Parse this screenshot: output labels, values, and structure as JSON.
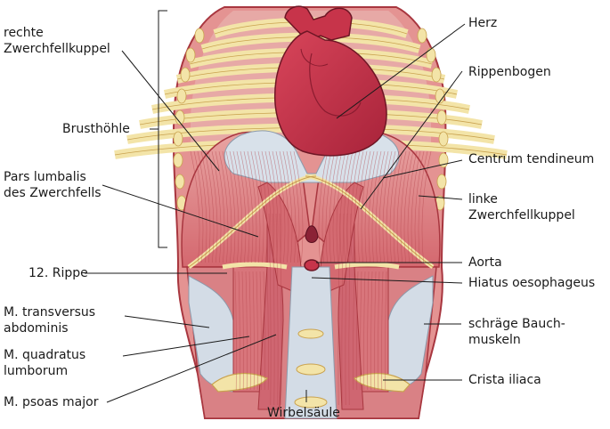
{
  "colors": {
    "muscle": "#d9747a",
    "muscle_light": "#e89a9b",
    "muscle_line": "#a8363f",
    "rib": "#f3e4a8",
    "rib_outline": "#c9a24f",
    "tendon": "#d8e1ea",
    "tendon_line": "#8c9aab",
    "heart": "#c7344a",
    "heart_dark": "#9c2035",
    "leader": "#1a1a1a"
  },
  "labels": {
    "rechte_zwerchfellkuppel": [
      "rechte",
      "Zwerchfellkuppel"
    ],
    "brusthoehle": [
      "Brusthöhle"
    ],
    "pars_lumbalis": [
      "Pars lumbalis",
      "des Zwerchfells"
    ],
    "rippe12": [
      "12. Rippe"
    ],
    "transversus": [
      "M. transversus",
      "abdominis"
    ],
    "quadratus": [
      "M. quadratus",
      "lumborum"
    ],
    "psoas": [
      "M. psoas major"
    ],
    "wirbelsaeule": [
      "Wirbelsäule"
    ],
    "herz": [
      "Herz"
    ],
    "rippenbogen": [
      "Rippenbogen"
    ],
    "centrum": [
      "Centrum tendineum"
    ],
    "linke_zwerchfellkuppel": [
      "linke",
      "Zwerchfellkuppel"
    ],
    "aorta": [
      "Aorta"
    ],
    "hiatus": [
      "Hiatus oesophageus"
    ],
    "schraege": [
      "schräge Bauch-",
      "muskeln"
    ],
    "crista": [
      "Crista iliaca"
    ]
  }
}
